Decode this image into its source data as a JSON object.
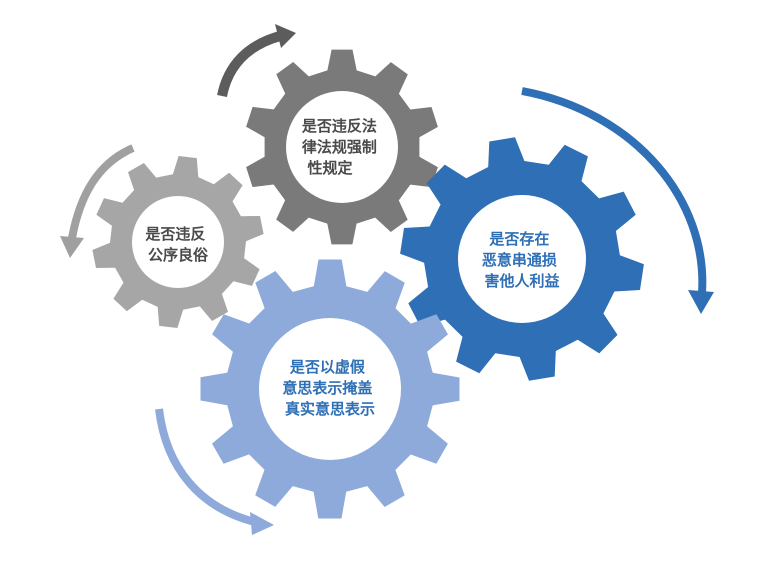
{
  "gears": [
    {
      "id": "dark",
      "label_lines": [
        "是否违反法",
        "律法规强制",
        "性规定"
      ],
      "color": "#7a7a7a",
      "text_color": "#4a4a4a"
    },
    {
      "id": "light",
      "label_lines": [
        "是否违反",
        "公序良俗"
      ],
      "color": "#a7a6a6",
      "text_color": "#4a4a4a"
    },
    {
      "id": "blue",
      "label_lines": [
        "是否存在",
        "恶意串通损",
        "害他人利益"
      ],
      "color": "#2e6fb5",
      "text_color": "#2e6fb5"
    },
    {
      "id": "periwinkle",
      "label_lines": [
        "是否以虚假",
        "意思表示掩盖",
        "真实意思表示"
      ],
      "color": "#8eaadb",
      "text_color": "#2e6fb5"
    }
  ],
  "colors": {
    "gear_center": "#ffffff",
    "arrow_dark": "#5c5c5c",
    "arrow_light": "#a0a0a0",
    "arrow_blue": "#2e6fb5",
    "arrow_periwinkle": "#8eaadb"
  }
}
